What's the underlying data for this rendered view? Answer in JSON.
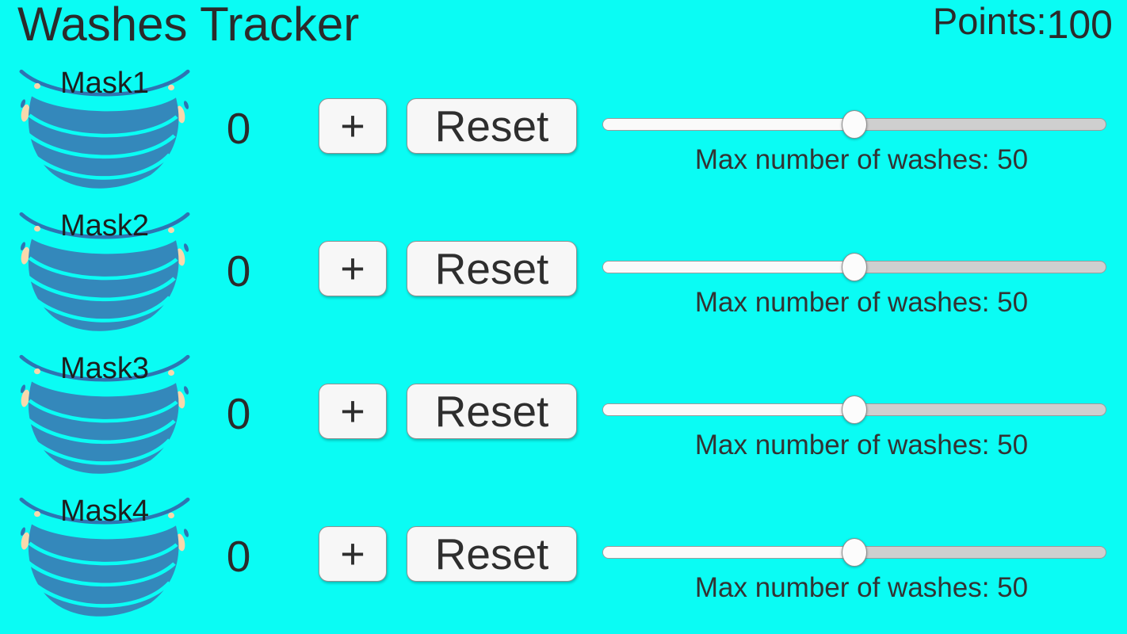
{
  "header": {
    "title": "Washes Tracker",
    "points_label": "Points:",
    "points_value": "100"
  },
  "rows": [
    {
      "mask_label": "Mask1",
      "wash_count": "0",
      "increment_button": "+",
      "reset_button": "Reset",
      "slider_percent": 50,
      "max_washes_label": "Max number of washes: 50"
    },
    {
      "mask_label": "Mask2",
      "wash_count": "0",
      "increment_button": "+",
      "reset_button": "Reset",
      "slider_percent": 50,
      "max_washes_label": "Max number of washes: 50"
    },
    {
      "mask_label": "Mask3",
      "wash_count": "0",
      "increment_button": "+",
      "reset_button": "Reset",
      "slider_percent": 50,
      "max_washes_label": "Max number of washes: 50"
    },
    {
      "mask_label": "Mask4",
      "wash_count": "0",
      "increment_button": "+",
      "reset_button": "Reset",
      "slider_percent": 50,
      "max_washes_label": "Max number of washes: 50"
    }
  ],
  "icons": {
    "mask": "face-mask-icon"
  },
  "colors": {
    "background": "#0AFCF4",
    "text": "#2B2B2B",
    "mask_body": "#3488BB",
    "mask_strap": "#2E74B2",
    "mask_ear": "#F8D8AC",
    "button_bg": "#F7F7F7",
    "button_border": "#919191",
    "button_text": "#2E2E2E",
    "slider_fill": "#FAFAFA",
    "slider_track": "#CFCFCF",
    "slider_border": "#9B9B9B",
    "thumb": "#FCFCFC"
  }
}
